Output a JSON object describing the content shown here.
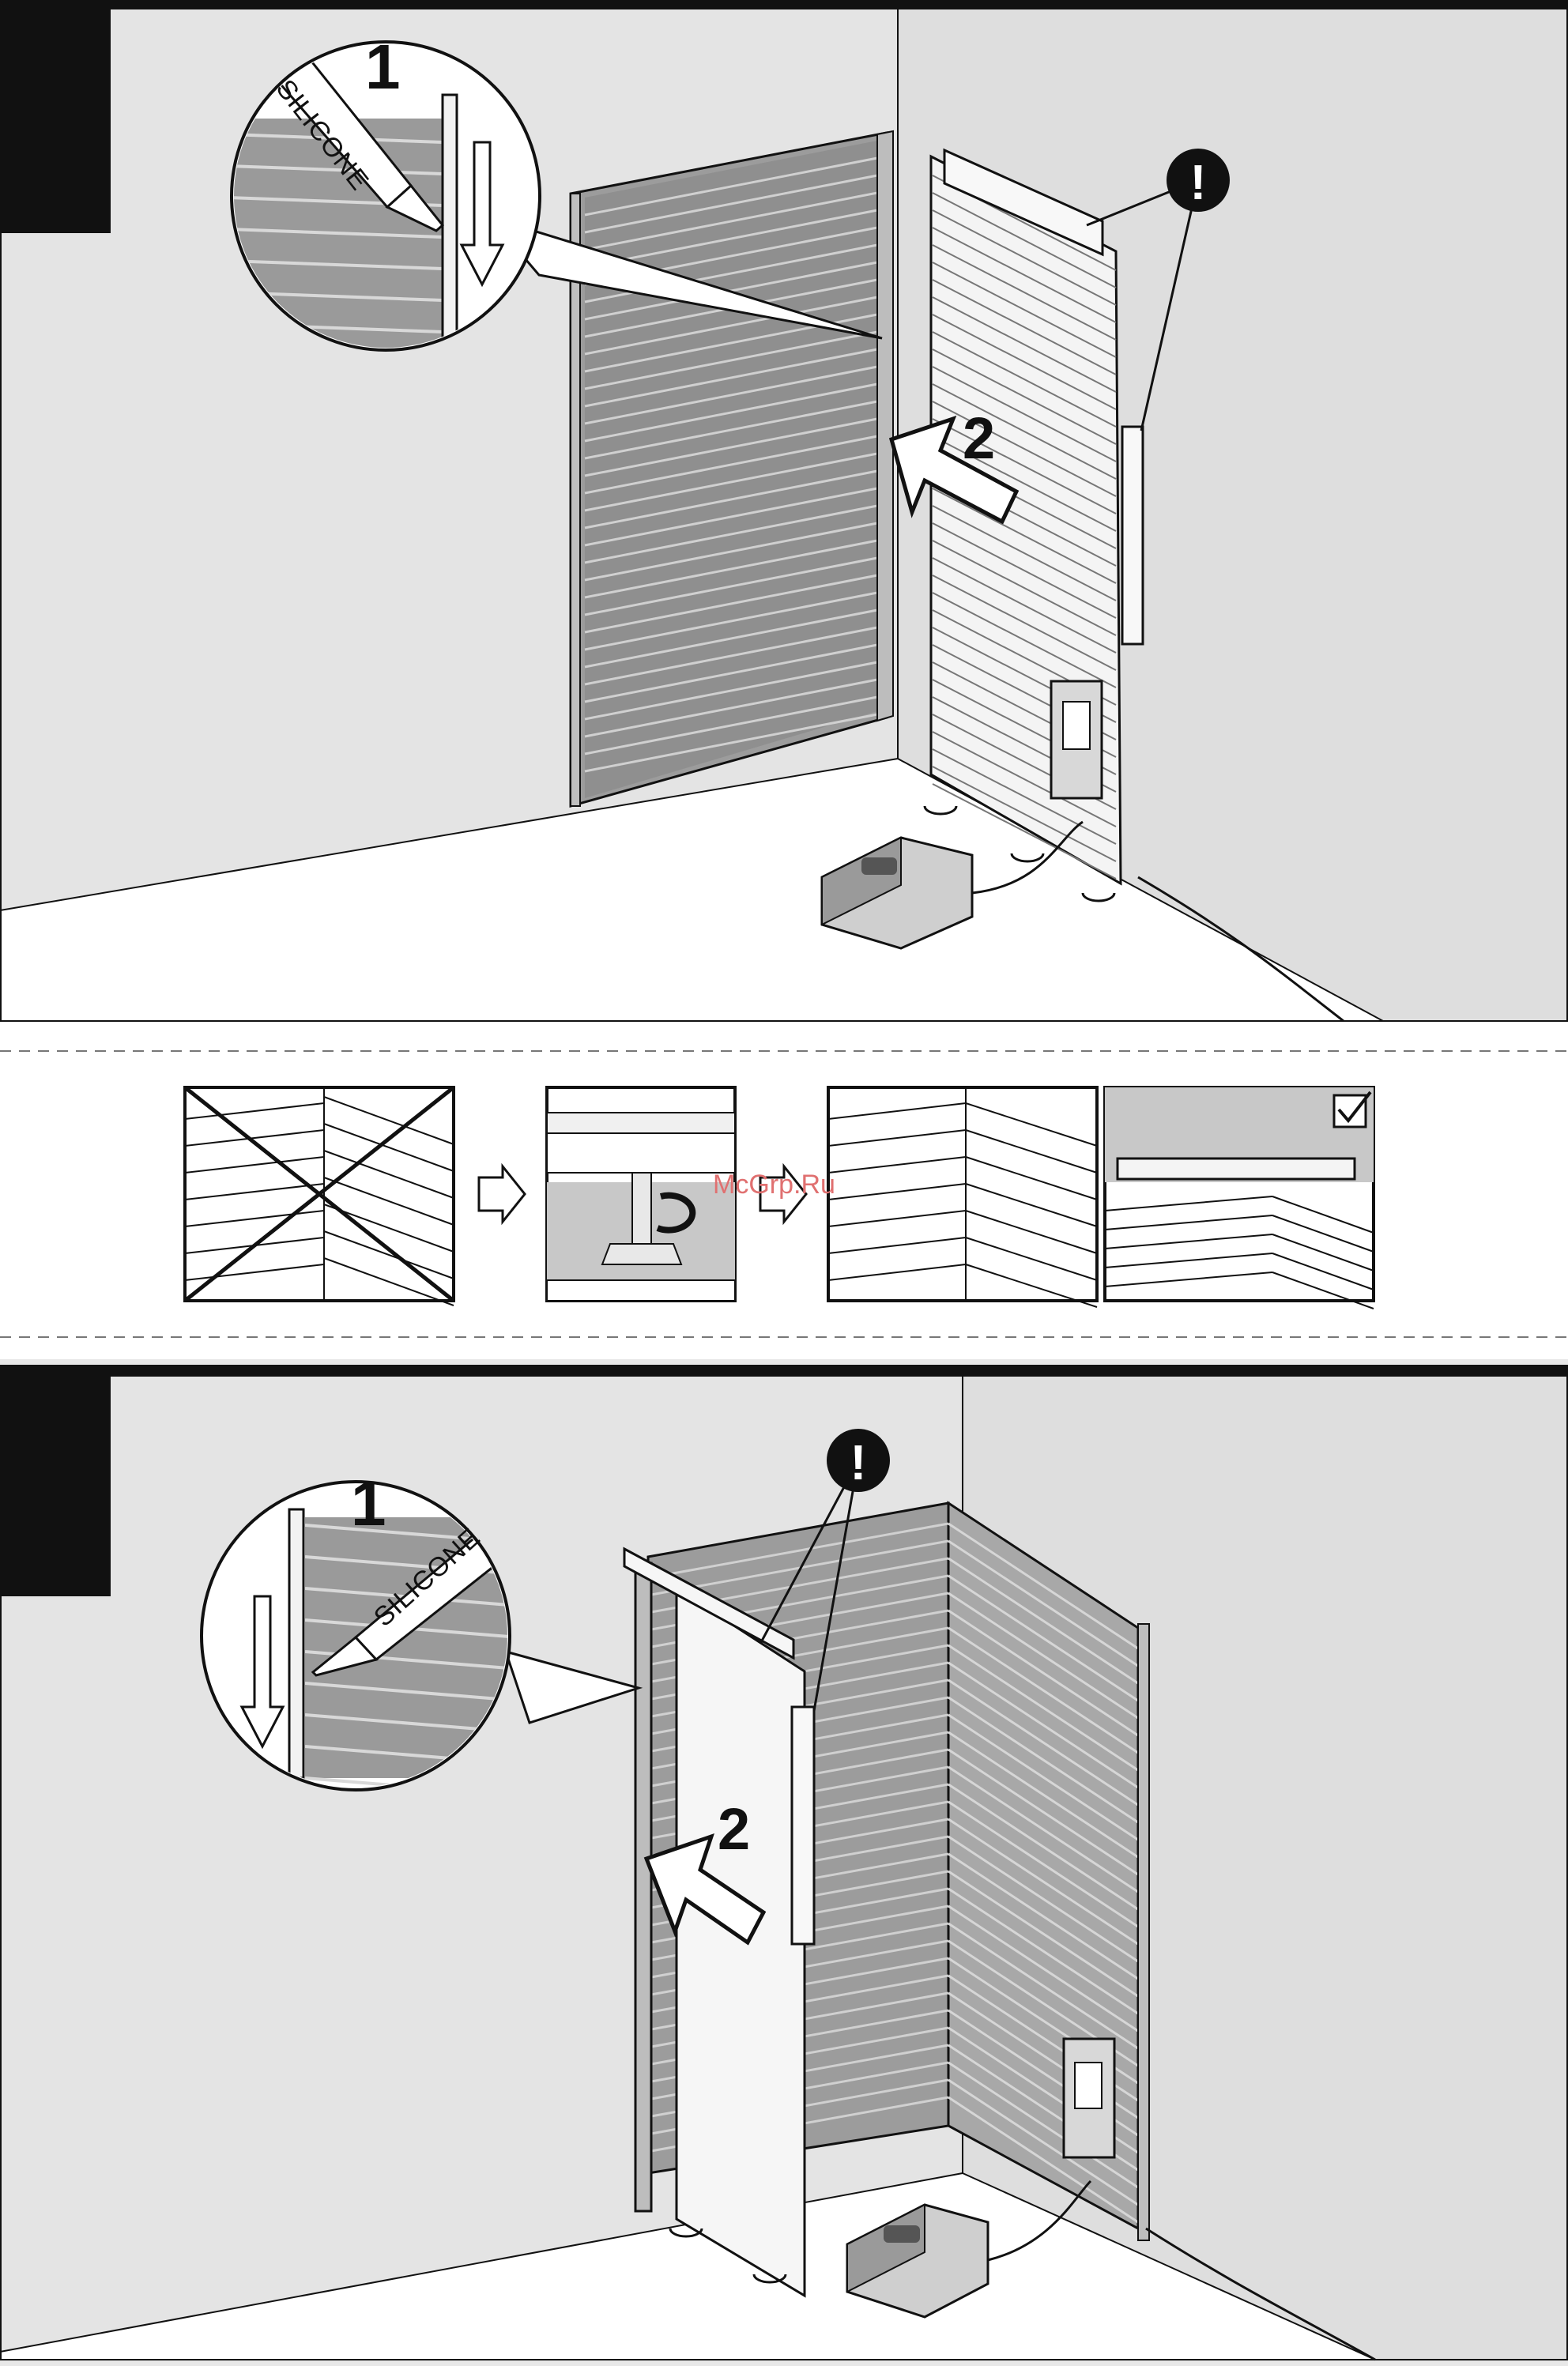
{
  "step1": {
    "detail_step_number": "1",
    "tube_label": "SILICONE",
    "push_step_number": "2",
    "warning_symbol": "!"
  },
  "middle_strip": {
    "watermark": "McGrp.Ru",
    "arrow_icon_1": "outline-arrow-right-icon",
    "arrow_icon_2": "outline-arrow-right-icon",
    "check_icon": "checkbox-checked-icon"
  },
  "step2": {
    "detail_step_number": "1",
    "tube_label": "SILICONE",
    "push_step_number": "2",
    "warning_symbol": "!"
  },
  "colors": {
    "wall": "#e6e6e6",
    "panel_dark": "#9a9a9a",
    "line": "#111111",
    "header_tab": "#111111"
  }
}
